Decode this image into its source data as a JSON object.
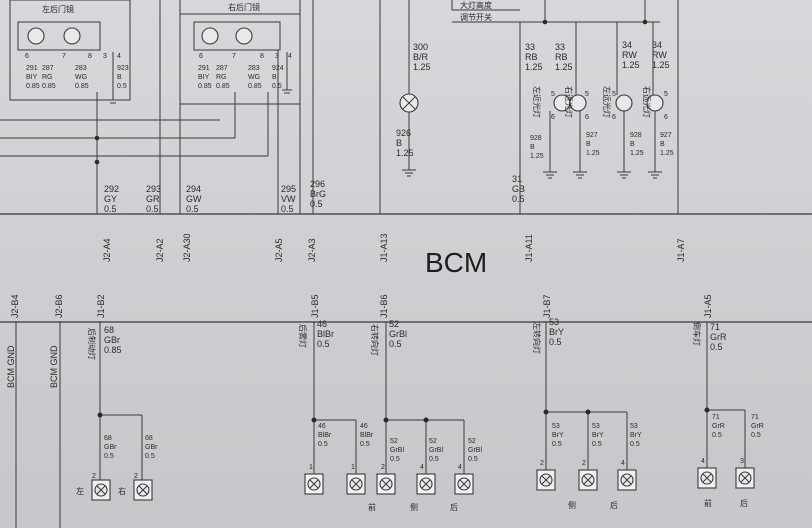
{
  "module": {
    "label": "BCM"
  },
  "mirrors": {
    "left": {
      "title": "左后门镜",
      "pins": [
        "6",
        "7",
        "8",
        "3",
        "4"
      ],
      "wires": [
        {
          "num": "291",
          "color": "BIY",
          "size": "0.85"
        },
        {
          "num": "287",
          "color": "RG",
          "size": "0.85"
        },
        {
          "num": "283",
          "color": "WG",
          "size": "0.85"
        },
        {
          "num": "923",
          "color": "B",
          "size": "0.5"
        }
      ]
    },
    "right": {
      "title": "右后门镜",
      "pins": [
        "6",
        "7",
        "8",
        "3",
        "4"
      ],
      "wires": [
        {
          "num": "291",
          "color": "BIY",
          "size": "0.85"
        },
        {
          "num": "287",
          "color": "RG",
          "size": "0.85"
        },
        {
          "num": "283",
          "color": "WG",
          "size": "0.85"
        },
        {
          "num": "924",
          "color": "B",
          "size": "0.5"
        }
      ]
    }
  },
  "headlamp_switch": {
    "label_line1": "大灯高度",
    "label_line2": "调节开关"
  },
  "mid_lamp": {
    "top_wire": {
      "num": "300",
      "color": "B/R",
      "size": "1.25"
    },
    "bottom_wire": {
      "num": "926",
      "color": "B",
      "size": "1.25"
    }
  },
  "top_wires": [
    {
      "num": "292",
      "color": "GY",
      "size": "0.5",
      "pin": "J2-A4"
    },
    {
      "num": "293",
      "color": "GR",
      "size": "0.5",
      "pin": "J2-A2"
    },
    {
      "num": "294",
      "color": "GW",
      "size": "0.5",
      "pin": "J2-A30"
    },
    {
      "num": "295",
      "color": "VW",
      "size": "0.5",
      "pin": "J2-A5"
    },
    {
      "num": "296",
      "color": "BrG",
      "size": "0.5",
      "pin": "J2-A3"
    },
    {
      "pin": "J1-A13"
    },
    {
      "num": "31",
      "color": "GB",
      "size": "0.5",
      "pin": "J1-A11"
    },
    {
      "pin": "J1-A7"
    }
  ],
  "right_top": {
    "wires": [
      {
        "num": "33",
        "color": "RB",
        "size": "1.25"
      },
      {
        "num": "33",
        "color": "RB",
        "size": "1.25"
      },
      {
        "num": "34",
        "color": "RW",
        "size": "1.25"
      },
      {
        "num": "34",
        "color": "RW",
        "size": "1.25"
      }
    ],
    "lamp_labels": [
      "左近光灯",
      "右近光灯",
      "左远光灯",
      "右远光灯"
    ],
    "pins": [
      "5",
      "6",
      "5",
      "6",
      "5",
      "6",
      "5",
      "6"
    ],
    "grounds": [
      {
        "num": "928",
        "color": "B",
        "size": "1.25"
      },
      {
        "num": "927",
        "color": "B",
        "size": "1.25"
      },
      {
        "num": "928",
        "color": "B",
        "size": "1.25"
      },
      {
        "num": "927",
        "color": "B",
        "size": "1.25"
      }
    ]
  },
  "bottom_pins": [
    {
      "pin": "J2-B4",
      "label": "BCM GND"
    },
    {
      "pin": "J2-B6",
      "label": "BCM GND"
    },
    {
      "pin": "J1-B2",
      "num": "68",
      "color": "GBr",
      "size": "0.85",
      "desc": "后制动灯"
    },
    {
      "pin": "J1-B5",
      "num": "46",
      "color": "BlBr",
      "size": "0.5",
      "desc": "后雾灯"
    },
    {
      "pin": "J1-B6",
      "num": "52",
      "color": "GrBl",
      "size": "0.5",
      "desc": "右转向灯"
    },
    {
      "pin": "J1-B7",
      "num": "53",
      "color": "BrY",
      "size": "0.5",
      "desc": "左转向灯"
    },
    {
      "pin": "J1-A5",
      "num": "71",
      "color": "GrR",
      "size": "0.5",
      "desc": "倒车灯"
    }
  ],
  "bottom_branches": [
    {
      "num": "68",
      "color": "GBr",
      "size": "0.5"
    },
    {
      "num": "68",
      "color": "GBr",
      "size": "0.5"
    },
    {
      "num": "46",
      "color": "BlBr",
      "size": "0.5"
    },
    {
      "num": "46",
      "color": "BlBr",
      "size": "0.5"
    },
    {
      "num": "52",
      "color": "GrBl",
      "size": "0.5"
    },
    {
      "num": "52",
      "color": "GrBl",
      "size": "0.5"
    },
    {
      "num": "52",
      "color": "GrBl",
      "size": "0.5"
    },
    {
      "num": "53",
      "color": "BrY",
      "size": "0.5"
    },
    {
      "num": "53",
      "color": "BrY",
      "size": "0.5"
    },
    {
      "num": "53",
      "color": "BrY",
      "size": "0.5"
    },
    {
      "num": "71",
      "color": "GrR",
      "size": "0.5"
    },
    {
      "num": "71",
      "color": "GrR",
      "size": "0.5"
    }
  ],
  "bottom_lamp_pins": [
    "2",
    "2",
    "1",
    "1",
    "2",
    "4",
    "4",
    "2",
    "2",
    "4",
    "4",
    "3"
  ],
  "bottom_lamp_labels": [
    "左",
    "右",
    "前",
    "侧",
    "后",
    "侧",
    "后",
    "前",
    "后"
  ]
}
